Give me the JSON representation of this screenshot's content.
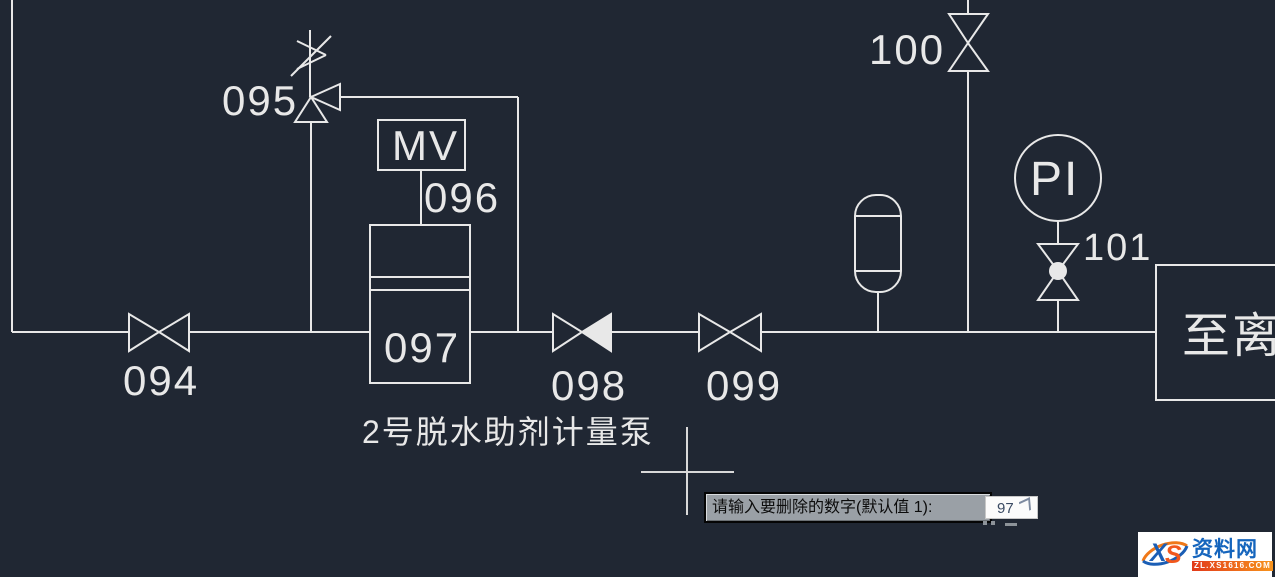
{
  "canvas": {
    "labels": {
      "v094": "094",
      "v095": "095",
      "v096": "096",
      "v097": "097",
      "v098": "098",
      "v099": "099",
      "v100": "100",
      "v101": "101",
      "mv": "MV",
      "pi": "PI",
      "pump_caption": "2号脱水助剂计量泵",
      "destination": "至离心"
    }
  },
  "command_prompt": {
    "message": "请输入要删除的数字(默认值 1):",
    "input_value": "97"
  },
  "watermark": {
    "logo_x": "X",
    "logo_s": "S",
    "site_name": "资料网",
    "site_url": "ZL.XS1616.COM"
  },
  "colors": {
    "background": "#202733",
    "line": "#e8e8e8",
    "tooltip_bg": "#9aa0a6",
    "logo_blue": "#1b5eb5",
    "logo_orange": "#f2581d"
  }
}
